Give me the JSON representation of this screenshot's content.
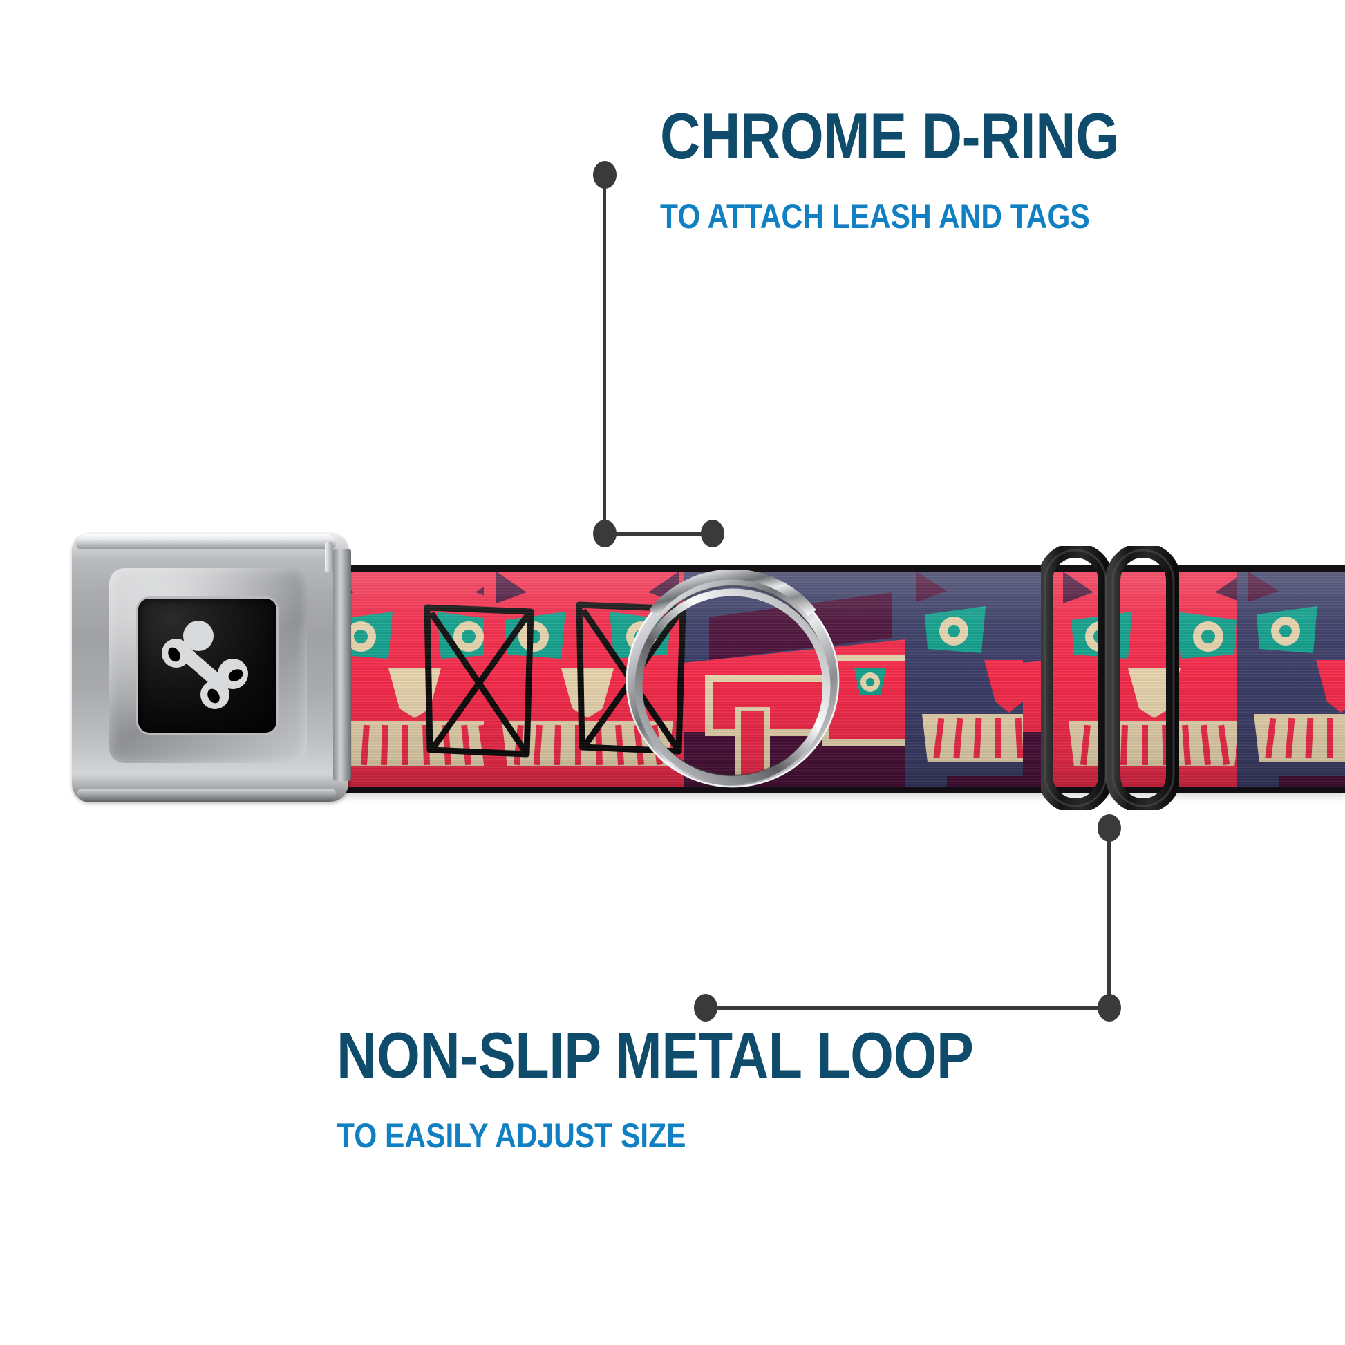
{
  "product": {
    "type": "seatbelt-buckle dog collar",
    "strap_pattern_name": "folk-art cat faces",
    "colors": {
      "title_blue": "#0F4C6B",
      "subtitle_blue": "#1080C2",
      "leader_line": "#3A3A3A",
      "background": "#FFFFFF",
      "chrome_light": "#F2F3F4",
      "chrome_mid": "#A9ABAE",
      "chrome_dark": "#6E7073",
      "buckle_window": "#000000",
      "bone_icon": "#D9DADB",
      "fabric_red": "#F42A4A",
      "fabric_navy": "#3A3C66",
      "fabric_plum": "#4A1038",
      "fabric_tan": "#E8D5AE",
      "fabric_teal": "#10A08C",
      "loop_black": "#1A1A1A"
    }
  },
  "callouts": [
    {
      "id": "chrome-d-ring",
      "title": "CHROME D-RING",
      "subtitle": "TO ATTACH LEASH AND TAGS"
    },
    {
      "id": "non-slip-metal-loop",
      "title": "NON-SLIP METAL LOOP",
      "subtitle": "TO EASILY ADJUST SIZE"
    }
  ],
  "parts": {
    "buckle": "chrome-seatbelt-buckle",
    "buckle_emblem": "bone-icon",
    "d_ring": "chrome-d-ring",
    "slide_loop": "non-slip-metal-loop",
    "strap": "patterned-webbing-strap"
  }
}
